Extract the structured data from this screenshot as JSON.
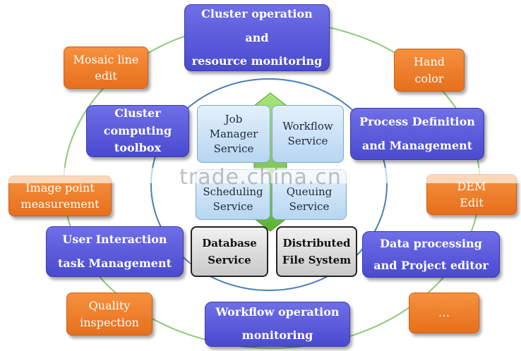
{
  "outer_nodes": [
    {
      "id": "cluster-operation",
      "text": "Cluster operation\nand\nresource monitoring",
      "kind": "purple"
    },
    {
      "id": "mosaic-line-edit",
      "text": "Mosaic line\nedit",
      "kind": "orange"
    },
    {
      "id": "hand-color",
      "text": "Hand\ncolor",
      "kind": "orange"
    },
    {
      "id": "cluster-computing-toolbox",
      "text": "Cluster\ncomputing\ntoolbox",
      "kind": "purple"
    },
    {
      "id": "process-definition",
      "text": "Process Definition\nand Management",
      "kind": "purple"
    },
    {
      "id": "image-point-measurement",
      "text": "Image point\nmeasurement",
      "kind": "orange"
    },
    {
      "id": "dem-edit",
      "text": "DEM\nEdit",
      "kind": "orange"
    },
    {
      "id": "user-interaction",
      "text": "User Interaction\ntask Management",
      "kind": "purple"
    },
    {
      "id": "data-processing",
      "text": "Data processing\nand Project editor",
      "kind": "purple"
    },
    {
      "id": "quality-inspection",
      "text": "Quality\ninspection",
      "kind": "orange"
    },
    {
      "id": "workflow-operation",
      "text": "Workflow operation\nmonitoring",
      "kind": "purple"
    },
    {
      "id": "ellipsis",
      "text": "…",
      "kind": "orange"
    }
  ],
  "inner_nodes": [
    {
      "id": "job-manager",
      "text": "Job\nManager\nService",
      "kind": "blue"
    },
    {
      "id": "workflow-service",
      "text": "Workflow\nService",
      "kind": "blue"
    },
    {
      "id": "scheduling-service",
      "text": "Scheduling\nService",
      "kind": "blue"
    },
    {
      "id": "queuing-service",
      "text": "Queuing\nService",
      "kind": "blue"
    },
    {
      "id": "database-service",
      "text": "Database\nService",
      "kind": "grey"
    },
    {
      "id": "distributed-file-system",
      "text": "Distributed\nFile System",
      "kind": "grey"
    }
  ],
  "colors": {
    "purple": "#5a5ad8",
    "orange": "#f07e2a",
    "light_blue": "#cfe4f7",
    "grey": "#d9d9d9",
    "ring": "#8ec97a",
    "inner_ring": "#4a7fb8",
    "diamond": "#7dcf4a"
  },
  "watermark": "trade.china.cn"
}
